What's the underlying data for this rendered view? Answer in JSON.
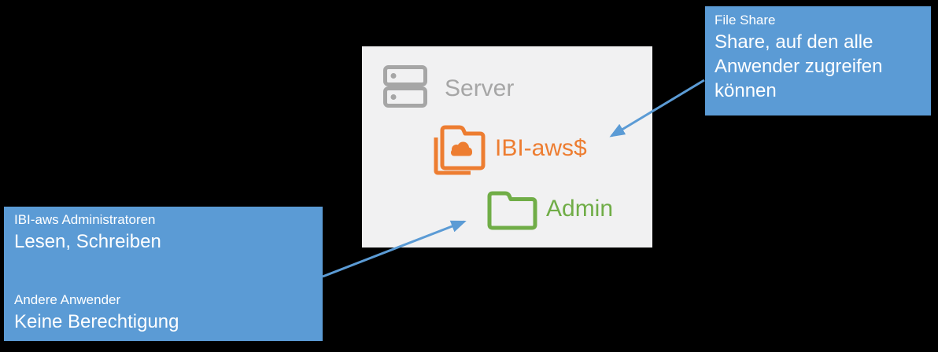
{
  "colors": {
    "background": "#000000",
    "panel_bg": "#F1F1F2",
    "gray": "#A6A6A6",
    "orange": "#ED7D31",
    "green": "#70AD47",
    "blue": "#5B9BD5",
    "white": "#FFFFFF"
  },
  "server_panel": {
    "server": {
      "label": "Server",
      "icon": "server-icon",
      "color": "#A6A6A6"
    },
    "share": {
      "label": "IBI-aws$",
      "icon": "shared-folder-cloud-icon",
      "color": "#ED7D31"
    },
    "admin": {
      "label": "Admin",
      "icon": "folder-icon",
      "color": "#70AD47"
    }
  },
  "callout_file_share": {
    "title": "File Share",
    "body": "Share, auf den alle Anwender zugreifen können"
  },
  "callout_permissions": {
    "lines": [
      {
        "text": "IBI-aws Administratoren"
      },
      {
        "text": "Lesen, Schreiben"
      },
      {
        "text": ""
      },
      {
        "text": "Andere Anwender"
      },
      {
        "text": "Keine Berechtigung"
      }
    ]
  }
}
